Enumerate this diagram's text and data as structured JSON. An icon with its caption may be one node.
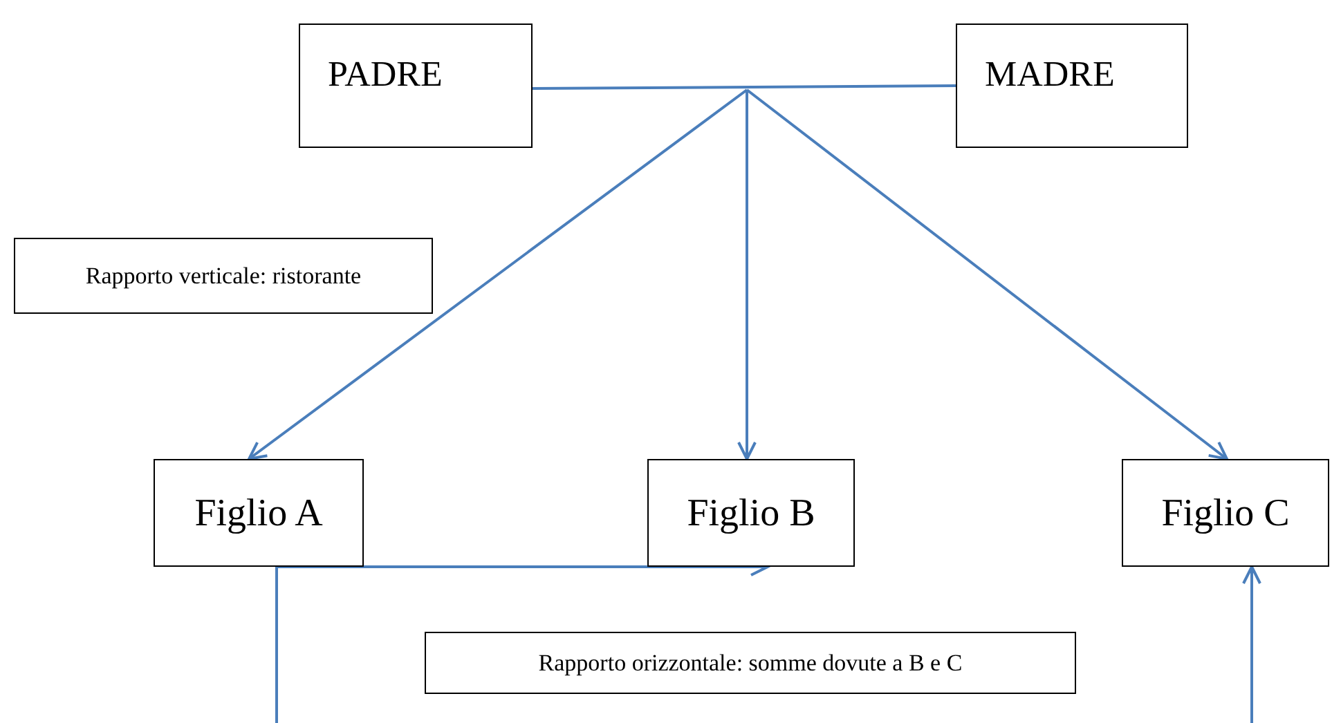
{
  "diagram": {
    "nodes": [
      {
        "text": [
          "PADRE"
        ]
      },
      {
        "text": [
          "MADRE"
        ]
      },
      {
        "text": [
          "Rapporto verticale: ristorante"
        ]
      },
      {
        "text": [
          "Figlio A"
        ]
      },
      {
        "text": [
          "Figlio B"
        ]
      },
      {
        "text": [
          "Figlio C"
        ]
      },
      {
        "text": [
          "Rapporto orizzontale: somme dovute a B e C"
        ]
      }
    ],
    "edges": [
      {
        "from": 0,
        "to": 1,
        "arrow": "none"
      },
      {
        "from": null,
        "to": 3,
        "arrow": "to"
      },
      {
        "from": null,
        "to": 4,
        "arrow": "to"
      },
      {
        "from": null,
        "to": 5,
        "arrow": "to"
      },
      {
        "from": 3,
        "to": 4,
        "arrow": "to"
      },
      {
        "from": 3,
        "to": null,
        "arrow": "none"
      },
      {
        "from": null,
        "to": 5,
        "arrow": "to"
      }
    ]
  }
}
